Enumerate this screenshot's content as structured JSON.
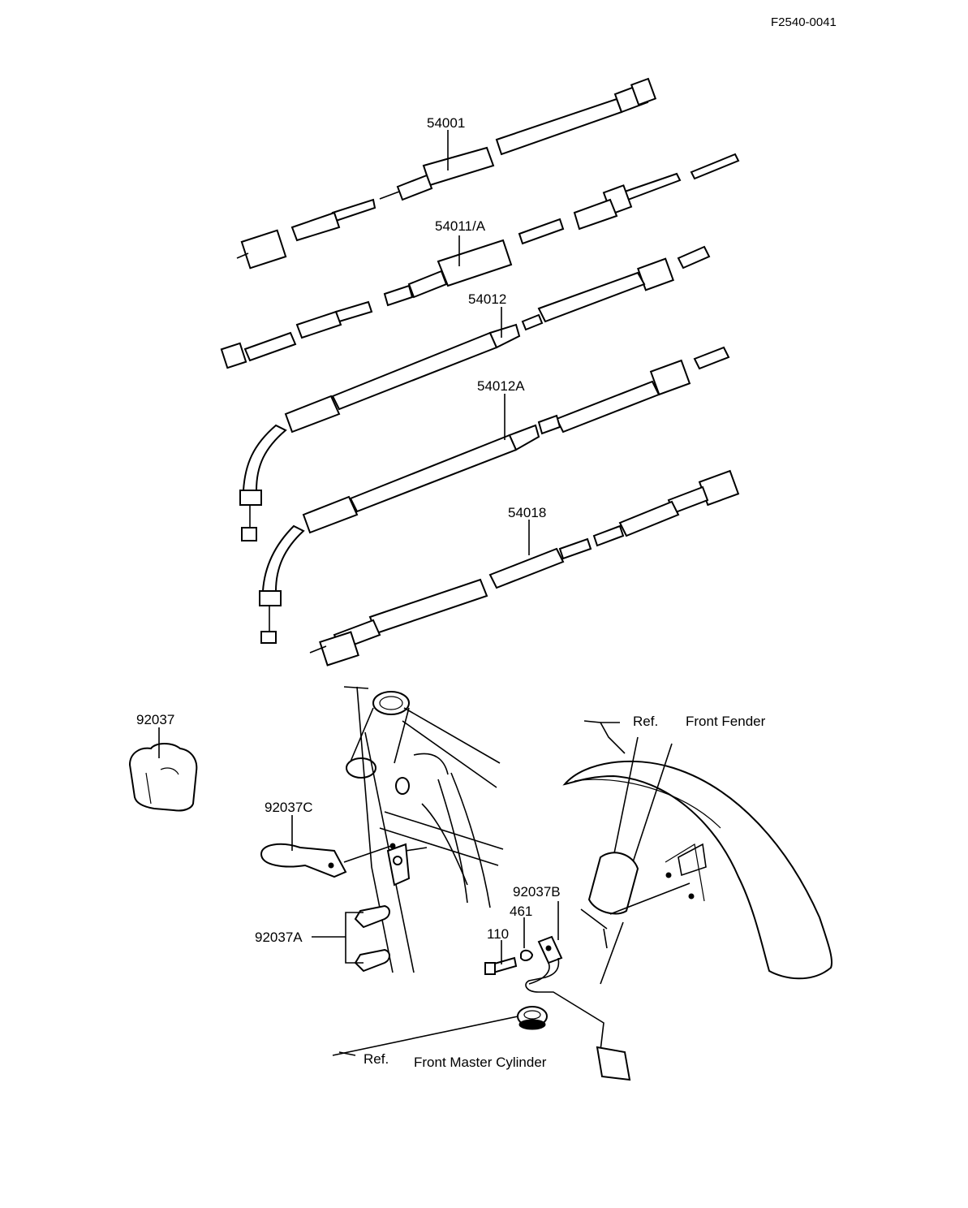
{
  "header": {
    "drawing_code": "F2540-0041"
  },
  "callouts": {
    "p54001": "54001",
    "p54011A": "54011/A",
    "p54012": "54012",
    "p54012A": "54012A",
    "p54018": "54018",
    "p92037": "92037",
    "p92037C": "92037C",
    "p92037A": "92037A",
    "p92037B": "92037B",
    "p461": "461",
    "p110": "110"
  },
  "references": {
    "front_fender_ref": "Ref.",
    "front_fender_name": "Front Fender",
    "master_cyl_ref": "Ref.",
    "master_cyl_name": "Front Master Cylinder"
  }
}
